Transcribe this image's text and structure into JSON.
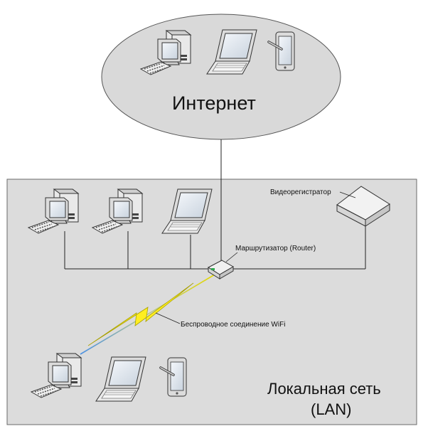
{
  "diagram": {
    "internet_label": "Интернет",
    "lan_label_line1": "Локальная сеть",
    "lan_label_line2": "(LAN)",
    "router_label": "Маршрутизатор (Router)",
    "dvr_label": "Видеорегистратор",
    "wifi_label": "Беспроводное соединение WiFi"
  },
  "colors": {
    "ellipse_fill": "#d9d9d9",
    "lan_fill": "#dcdcdc",
    "outline": "#555555",
    "line": "#222222",
    "wifi_bolt": "#ffee00",
    "wifi_link_start": "#5aa0e0",
    "wifi_link_end": "#d8d000",
    "screen": "#e8eef5"
  },
  "devices": {
    "internet": [
      "desktop-pc",
      "laptop",
      "tablet"
    ],
    "lan_wired": [
      "desktop-pc",
      "desktop-pc",
      "laptop"
    ],
    "lan_wireless": [
      "desktop-pc",
      "laptop",
      "tablet"
    ],
    "lan_other": [
      "router",
      "dvr"
    ]
  }
}
